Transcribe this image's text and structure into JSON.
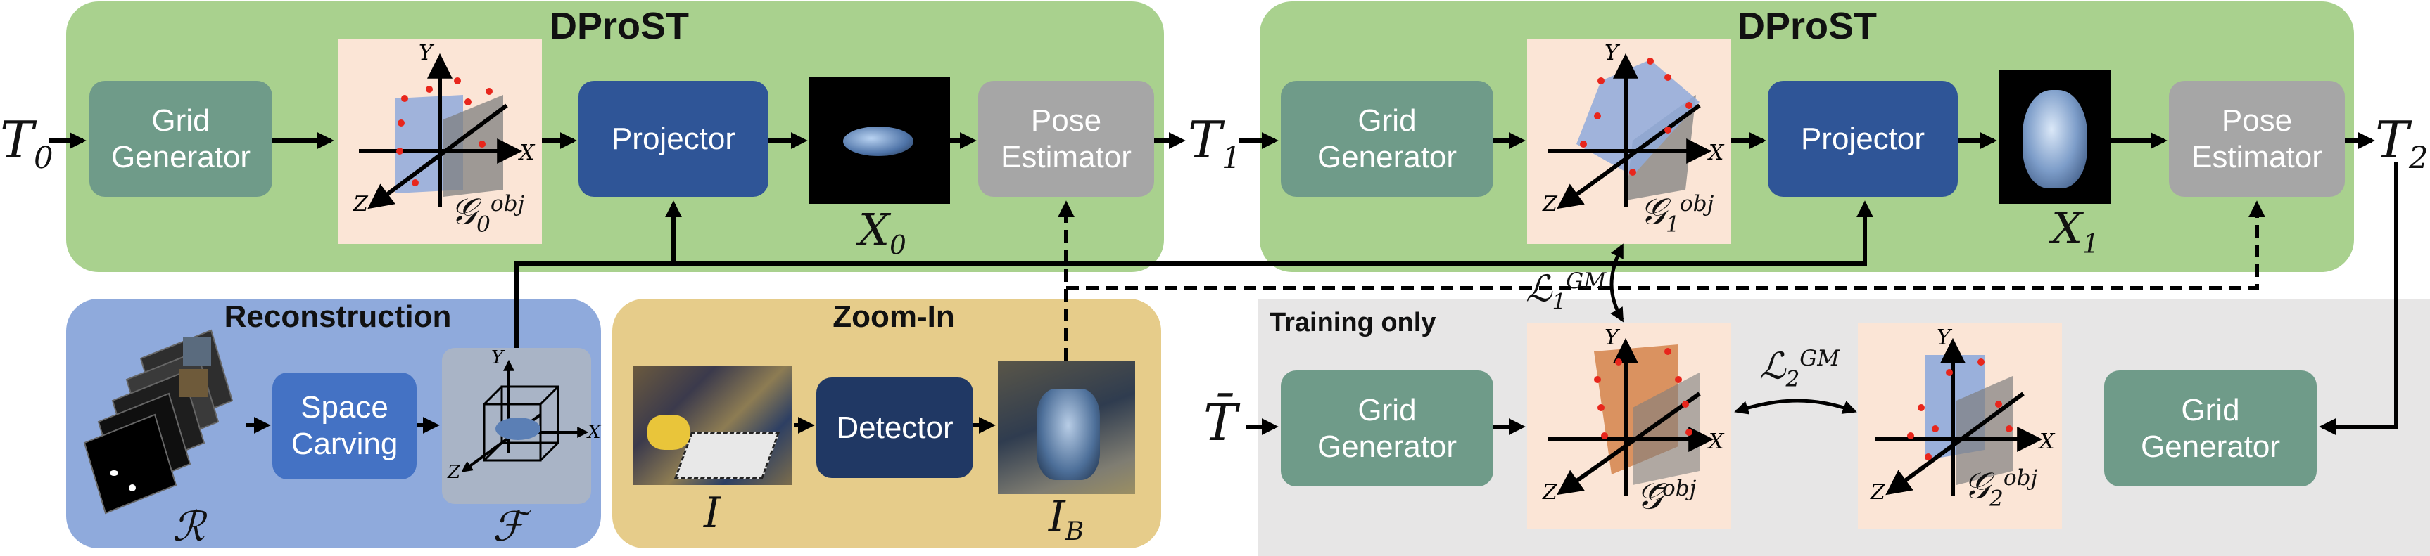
{
  "panels": {
    "dprost1_title": "DProST",
    "dprost2_title": "DProST",
    "reconstruction_title": "Reconstruction",
    "zoomin_title": "Zoom-In",
    "training_title": "Training only"
  },
  "boxes": {
    "grid_generator": "Grid\nGenerator",
    "projector": "Projector",
    "pose_estimator": "Pose\nEstimator",
    "space_carving": "Space\nCarving",
    "detector": "Detector"
  },
  "symbols": {
    "T0_base": "T",
    "T0_sub": "0",
    "T1_base": "T",
    "T1_sub": "1",
    "T2_base": "T",
    "T2_sub": "2",
    "Tbar": "T̄",
    "X0_base": "X",
    "X0_sub": "0",
    "X1_base": "X",
    "X1_sub": "1",
    "G0_base": "𝒢",
    "G0_sub": "0",
    "G0_sup": "obj",
    "G1_base": "𝒢",
    "G1_sub": "1",
    "G1_sup": "obj",
    "G2_base": "𝒢",
    "G2_sub": "2",
    "G2_sup": "obj",
    "Gbar_base": "𝒢̄",
    "Gbar_sup": "obj",
    "L1_base": "ℒ",
    "L1_sub": "1",
    "L1_sup": "GM",
    "L2_base": "ℒ",
    "L2_sub": "2",
    "L2_sup": "GM",
    "R": "ℛ",
    "F": "ℱ",
    "I": "I",
    "IB_base": "I",
    "IB_sub": "B"
  },
  "axes": {
    "x": "X",
    "y": "Y",
    "z": "Z"
  },
  "colors": {
    "dprost_panel": "#a9d18e",
    "reconstruction_panel": "#8faadc",
    "zoomin_panel": "#e6cc8a",
    "training_panel": "#e7e6e6",
    "grid_generator": "#6f9b89",
    "projector": "#2f5597",
    "pose_estimator": "#a6a6a6",
    "space_carving": "#4472c4",
    "detector": "#203864",
    "grid_tile": "#fbe5d6",
    "grid_point": "#e8261c"
  }
}
